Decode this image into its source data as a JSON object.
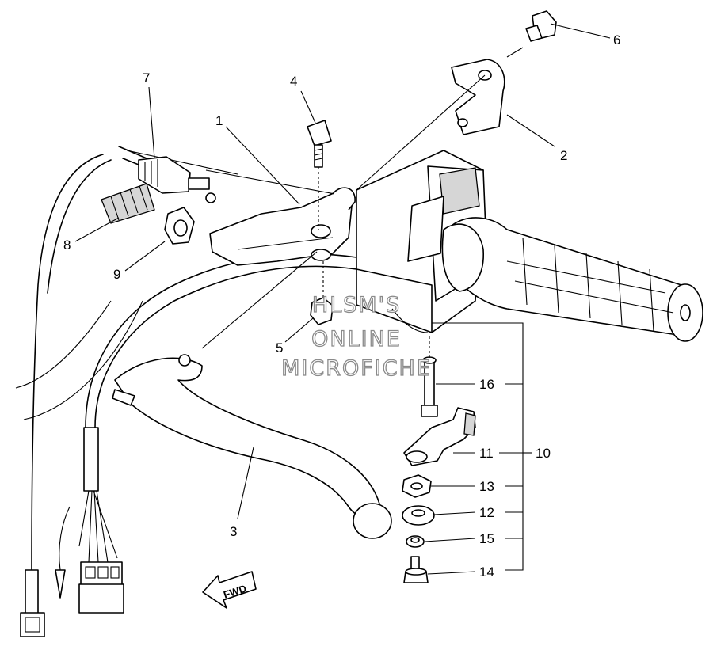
{
  "callouts": {
    "p1": "1",
    "p2": "2",
    "p3": "3",
    "p4": "4",
    "p5": "5",
    "p6": "6",
    "p7": "7",
    "p8": "8",
    "p9": "9",
    "p10": "10",
    "p11": "11",
    "p12": "12",
    "p13": "13",
    "p14": "14",
    "p15": "15",
    "p16": "16"
  },
  "watermark": {
    "line1": "HLSM'S",
    "line2": "ONLINE",
    "line3": "MICROFICHE"
  },
  "direction_label": "FWD"
}
